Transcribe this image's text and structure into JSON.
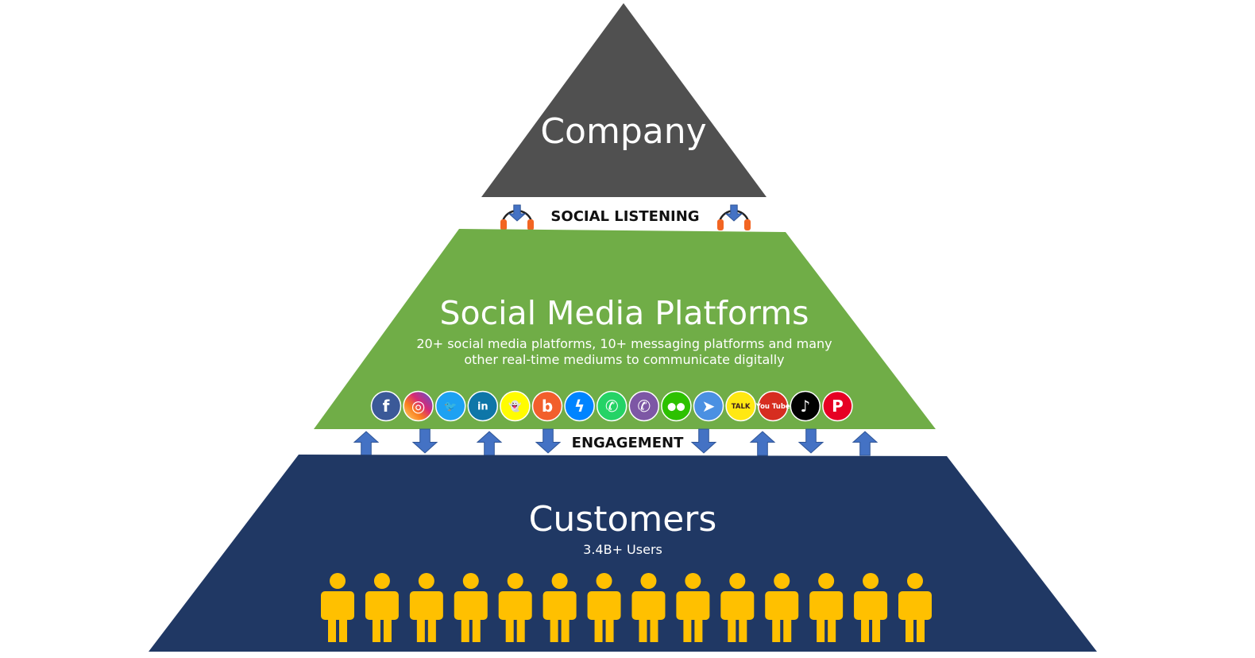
{
  "company": {
    "title": "Company",
    "color": "#505050"
  },
  "listening": {
    "label": "SOCIAL LISTENING",
    "headphone_color": "#f26522",
    "arrow_color": "#4472c4"
  },
  "platforms": {
    "title": "Social Media Platforms",
    "desc_line1": "20+ social media platforms, 10+ messaging platforms and many",
    "desc_line2": "other real-time mediums to communicate digitally",
    "color": "#70ad47",
    "icons": [
      {
        "name": "facebook-icon",
        "bg": "#3b5998",
        "glyph": "f",
        "fg": "#ffffff"
      },
      {
        "name": "instagram-icon",
        "bg": "#c13584",
        "glyph": "◎",
        "fg": "#ffffff"
      },
      {
        "name": "twitter-icon",
        "bg": "#1da1f2",
        "glyph": "🐦",
        "fg": "#ffffff"
      },
      {
        "name": "linkedin-icon",
        "bg": "#0e76a8",
        "glyph": "in",
        "fg": "#ffffff"
      },
      {
        "name": "snapchat-icon",
        "bg": "#fffc00",
        "glyph": "👻",
        "fg": "#ffffff"
      },
      {
        "name": "badoo-icon",
        "bg": "#f25f2c",
        "glyph": "b",
        "fg": "#ffffff"
      },
      {
        "name": "messenger-icon",
        "bg": "#0084ff",
        "glyph": "ϟ",
        "fg": "#ffffff"
      },
      {
        "name": "whatsapp-icon",
        "bg": "#25d366",
        "glyph": "✆",
        "fg": "#ffffff"
      },
      {
        "name": "viber-icon",
        "bg": "#7d57a5",
        "glyph": "✆",
        "fg": "#ffffff"
      },
      {
        "name": "wechat-icon",
        "bg": "#2dc100",
        "glyph": "●●",
        "fg": "#ffffff"
      },
      {
        "name": "telegram-like-icon",
        "bg": "#4a90e2",
        "glyph": "➤",
        "fg": "#ffffff"
      },
      {
        "name": "kakaotalk-icon",
        "bg": "#ffe812",
        "glyph": "TALK",
        "fg": "#3c1e1e"
      },
      {
        "name": "youtube-icon",
        "bg": "#d62d20",
        "glyph": "You Tube",
        "fg": "#ffffff"
      },
      {
        "name": "tiktok-icon",
        "bg": "#010101",
        "glyph": "♪",
        "fg": "#ffffff"
      },
      {
        "name": "pinterest-icon",
        "bg": "#e60023",
        "glyph": "P",
        "fg": "#ffffff"
      }
    ]
  },
  "engagement": {
    "label": "ENGAGEMENT",
    "arrow_color": "#4472c4",
    "arrows": [
      "up",
      "down",
      "up",
      "down",
      "down",
      "up",
      "down",
      "up"
    ]
  },
  "customers": {
    "title": "Customers",
    "subtitle": "3.4B+ Users",
    "color": "#203864",
    "person_color": "#ffc000",
    "person_count": 14
  }
}
